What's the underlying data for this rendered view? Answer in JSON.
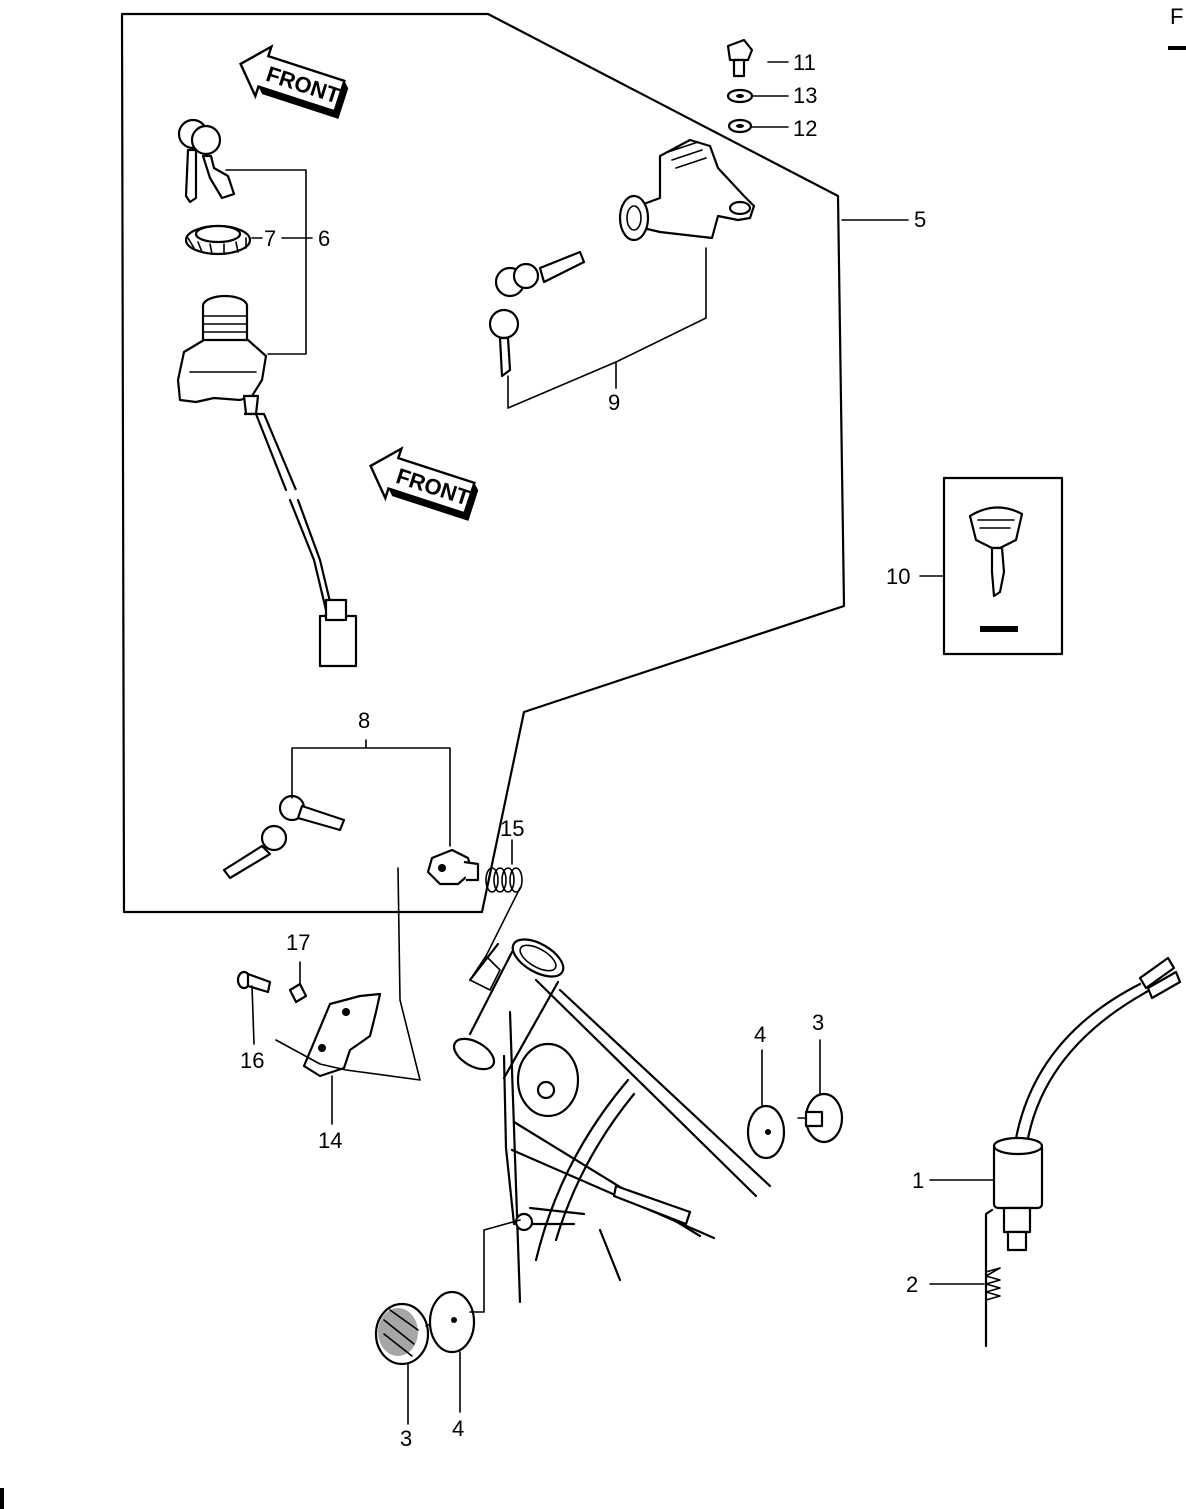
{
  "arrows": {
    "front_label": "FRONT"
  },
  "callouts": {
    "c1": "1",
    "c2": "2",
    "c3a": "3",
    "c3b": "3",
    "c4a": "4",
    "c4b": "4",
    "c5": "5",
    "c6": "6",
    "c7": "7",
    "c8": "8",
    "c9": "9",
    "c10": "10",
    "c11": "11",
    "c12": "12",
    "c13": "13",
    "c14": "14",
    "c15": "15",
    "c16": "16",
    "c17": "17"
  },
  "corner_mark": "F"
}
